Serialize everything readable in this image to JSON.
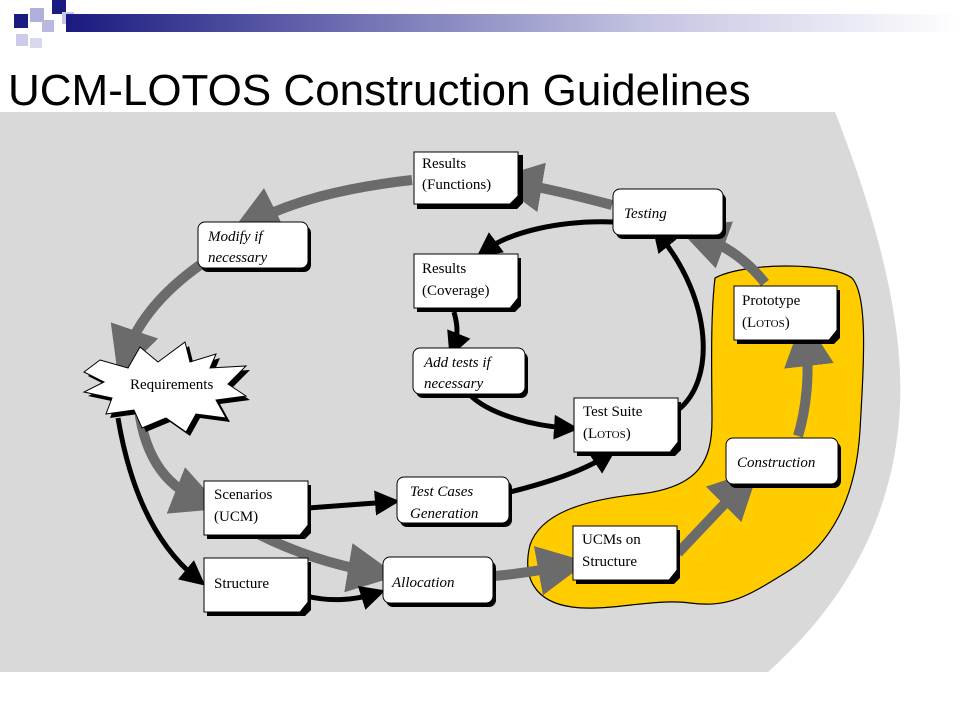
{
  "slide": {
    "title": "UCM-LOTOS Construction Guidelines"
  },
  "colors": {
    "panel_gray": "#d9d9d9",
    "highlight_yellow": "#ffcc00",
    "gray_arrow": "#6b6b6b",
    "black_arrow": "#000000",
    "header_navy": "#1a1a80"
  },
  "nodes": {
    "results_functions": {
      "line1": "Results",
      "line2": "(Functions)"
    },
    "testing": {
      "line1": "Testing"
    },
    "modify": {
      "line1": "Modify if",
      "line2": "necessary"
    },
    "results_coverage": {
      "line1": "Results",
      "line2": "(Coverage)"
    },
    "prototype": {
      "line1": "Prototype",
      "line2_open": "(L",
      "line2_small": "OTOS",
      "line2_close": ")"
    },
    "requirements": {
      "line1": "Requirements"
    },
    "add_tests": {
      "line1": "Add tests if",
      "line2": "necessary"
    },
    "test_suite": {
      "line1": "Test Suite",
      "line2_open": "(L",
      "line2_small": "OTOS",
      "line2_close": ")"
    },
    "construction": {
      "line1": "Construction"
    },
    "scenarios": {
      "line1": "Scenarios",
      "line2": "(UCM)"
    },
    "test_cases": {
      "line1": "Test Cases",
      "line2": "Generation"
    },
    "ucms_structure": {
      "line1": "UCMs on",
      "line2": "Structure"
    },
    "structure": {
      "line1": "Structure"
    },
    "allocation": {
      "line1": "Allocation"
    }
  }
}
